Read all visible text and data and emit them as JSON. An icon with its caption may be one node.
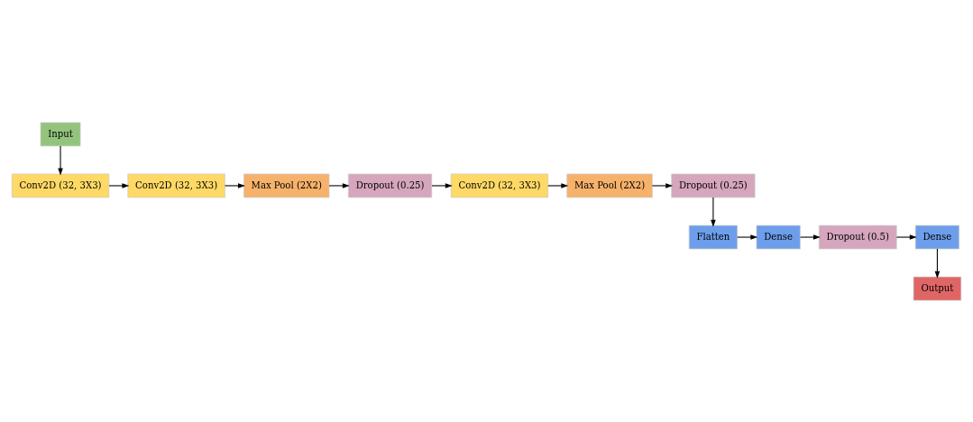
{
  "diagram": {
    "nodes": [
      {
        "text": [
          "Input"
        ]
      },
      {
        "text": [
          "Conv2D (32, 3X3)"
        ]
      },
      {
        "text": [
          "Conv2D (32, 3X3)"
        ]
      },
      {
        "text": [
          "Max Pool (2X2)"
        ]
      },
      {
        "text": [
          "Dropout (0.25)"
        ]
      },
      {
        "text": [
          "Conv2D (32, 3X3)"
        ]
      },
      {
        "text": [
          "Max Pool (2X2)"
        ]
      },
      {
        "text": [
          "Dropout (0.25)"
        ]
      },
      {
        "text": [
          "Flatten"
        ]
      },
      {
        "text": [
          "Dense"
        ]
      },
      {
        "text": [
          "Dropout (0.5)"
        ]
      },
      {
        "text": [
          "Dense"
        ]
      },
      {
        "text": [
          "Output"
        ]
      }
    ],
    "edges": [
      {
        "from": 0,
        "to": 1,
        "arrow": "to"
      },
      {
        "from": 1,
        "to": 2,
        "arrow": "to"
      },
      {
        "from": 2,
        "to": 3,
        "arrow": "to"
      },
      {
        "from": 3,
        "to": 4,
        "arrow": "to"
      },
      {
        "from": 4,
        "to": 5,
        "arrow": "to"
      },
      {
        "from": 5,
        "to": 6,
        "arrow": "to"
      },
      {
        "from": 6,
        "to": 7,
        "arrow": "to"
      },
      {
        "from": 7,
        "to": 8,
        "arrow": "to"
      },
      {
        "from": 8,
        "to": 9,
        "arrow": "to"
      },
      {
        "from": 9,
        "to": 10,
        "arrow": "to"
      },
      {
        "from": 10,
        "to": 11,
        "arrow": "to"
      },
      {
        "from": 11,
        "to": 12,
        "arrow": "to"
      }
    ]
  }
}
